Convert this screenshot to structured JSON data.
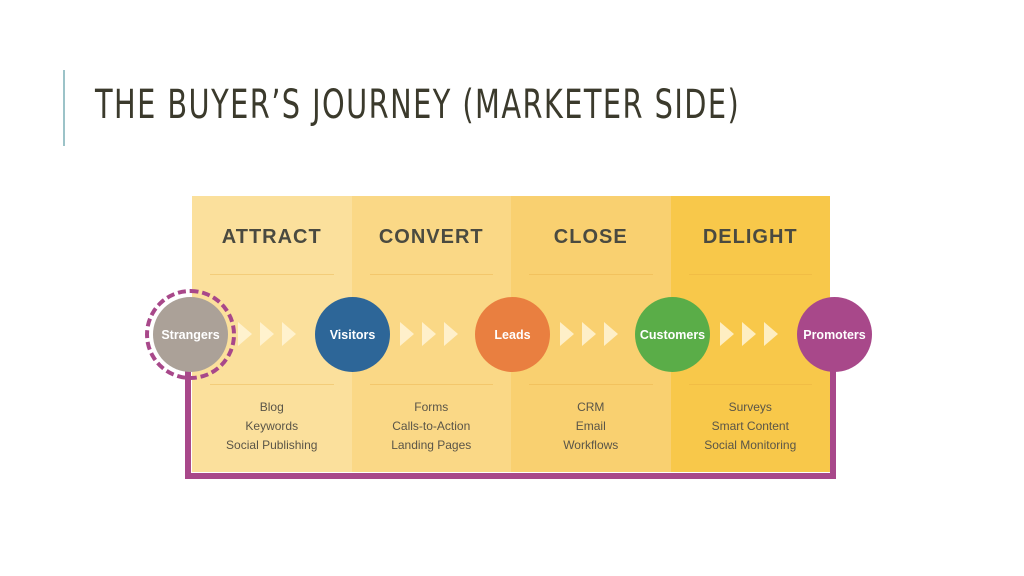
{
  "title": "THE BUYER’S JOURNEY (MARKETER SIDE)",
  "colors": {
    "stages": [
      "#fbe09c",
      "#fad886",
      "#f9d070",
      "#f8c84a"
    ],
    "bracket": "#a8488a"
  },
  "stages": [
    {
      "label": "ATTRACT",
      "items": [
        "Blog",
        "Keywords",
        "Social Publishing"
      ]
    },
    {
      "label": "CONVERT",
      "items": [
        "Forms",
        "Calls-to-Action",
        "Landing Pages"
      ]
    },
    {
      "label": "CLOSE",
      "items": [
        "CRM",
        "Email",
        "Workflows"
      ]
    },
    {
      "label": "DELIGHT",
      "items": [
        "Surveys",
        "Smart Content",
        "Social Monitoring"
      ]
    }
  ],
  "nodes": [
    {
      "label": "Strangers",
      "color": "#aba198"
    },
    {
      "label": "Visitors",
      "color": "#2d6698"
    },
    {
      "label": "Leads",
      "color": "#e97f40"
    },
    {
      "label": "Customers",
      "color": "#5aad48"
    },
    {
      "label": "Promoters",
      "color": "#a8488a"
    }
  ]
}
